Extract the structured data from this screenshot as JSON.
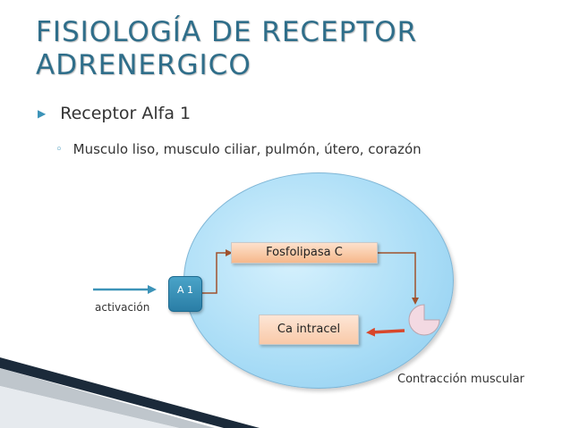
{
  "slide": {
    "title_line1": "FISIOLOGÍA DE RECEPTOR",
    "title_line2": "ADRENERGICO",
    "bullet1": {
      "marker": "▶",
      "text": "Receptor  Alfa 1"
    },
    "bullet2": {
      "marker": "◦",
      "text": "Musculo liso, musculo ciliar, pulmón, útero, corazón"
    }
  },
  "diagram": {
    "receptor_label": "A 1",
    "activation_label": "activación",
    "enzyme_label": "Fosfolipasa C",
    "calcium_label": "Ca intracel",
    "outcome_label": "Contracción muscular"
  },
  "colors": {
    "title": "#2f6e8a",
    "accent": "#3c93b8",
    "cell_fill": "#a8dcf6",
    "box_fill": "#f6b88b",
    "pathway_line": "#a0522d",
    "activation_arrow": "#3c93b8",
    "calcium_arrow": "#d8472b",
    "effector_fill": "#f3d9e2"
  }
}
